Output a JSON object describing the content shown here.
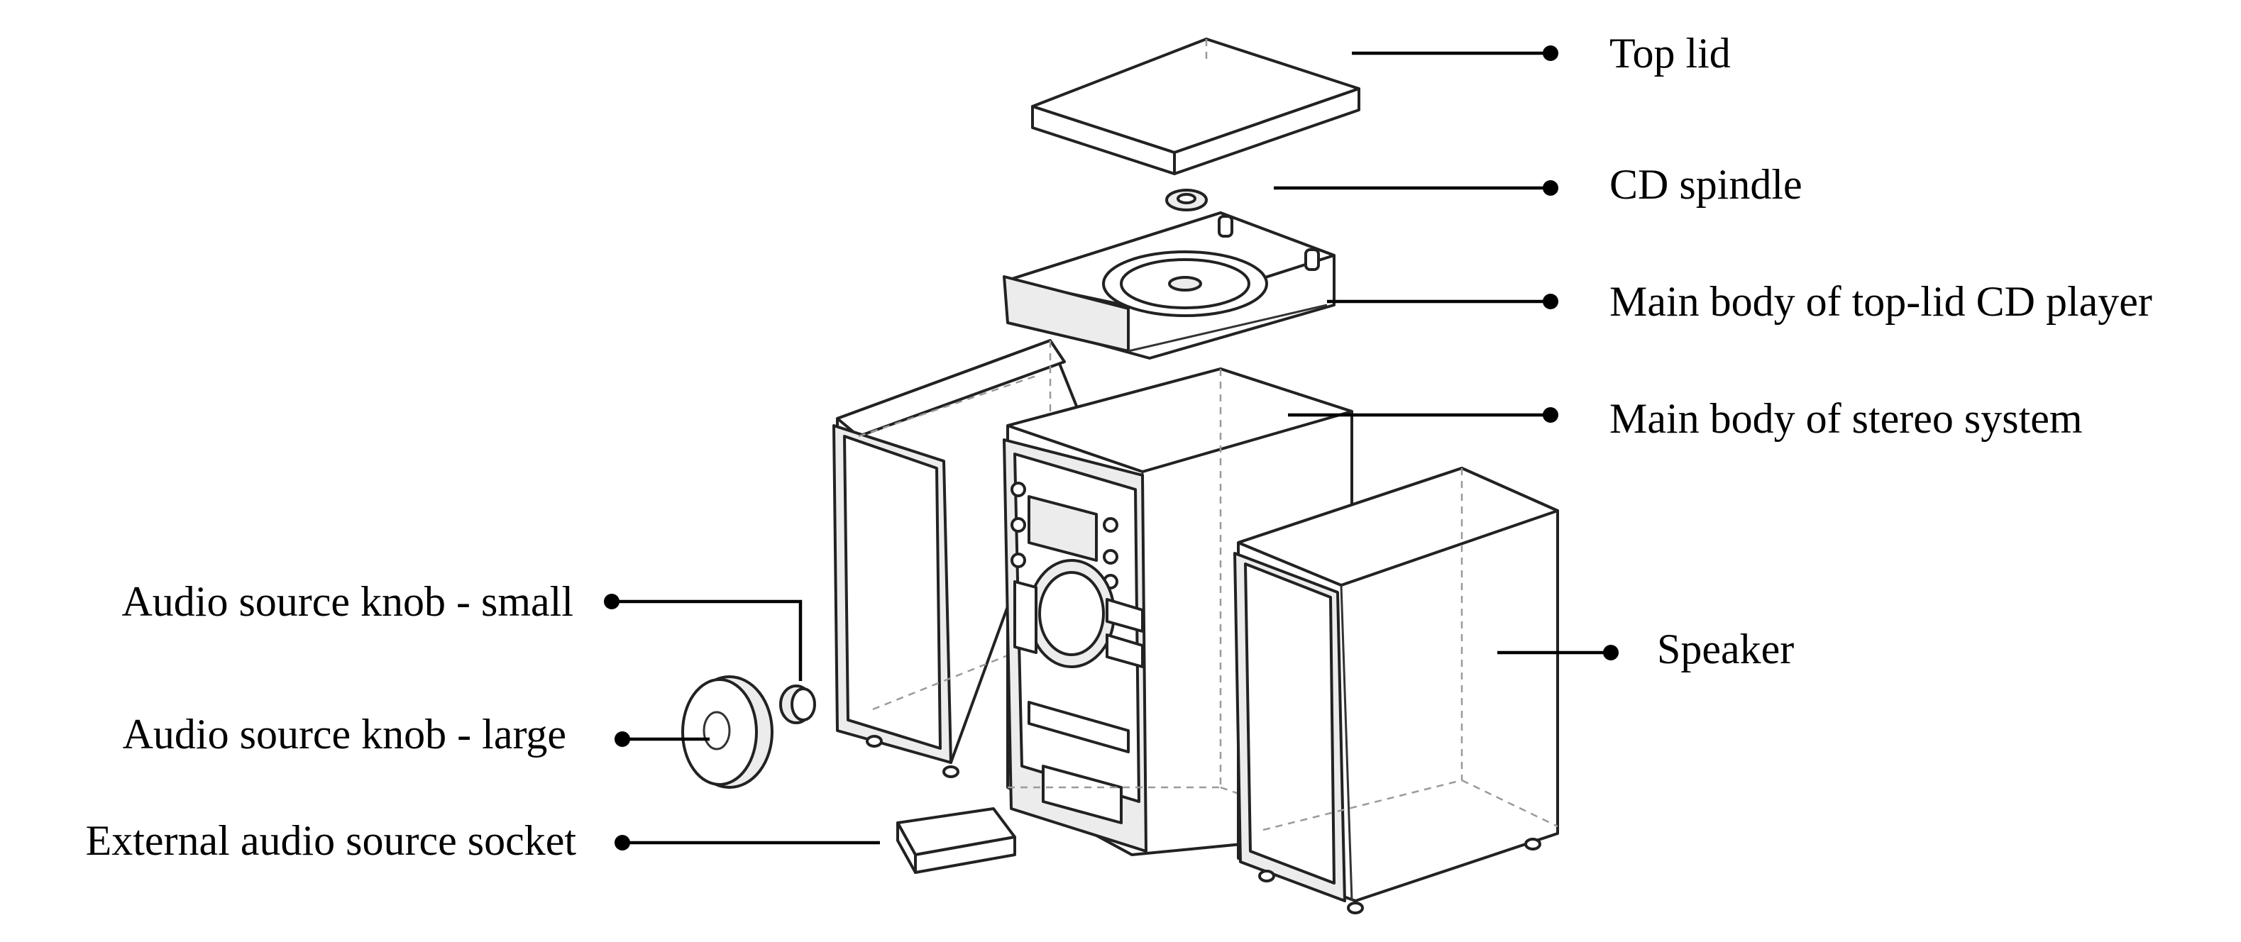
{
  "labels": {
    "top_lid": "Top lid",
    "cd_spindle": "CD spindle",
    "cd_body": "Main body of top-lid CD player",
    "stereo_body": "Main body of stereo system",
    "speaker": "Speaker",
    "knob_small": "Audio source knob - small",
    "knob_large": "Audio source knob - large",
    "ext_socket": "External audio source socket"
  }
}
